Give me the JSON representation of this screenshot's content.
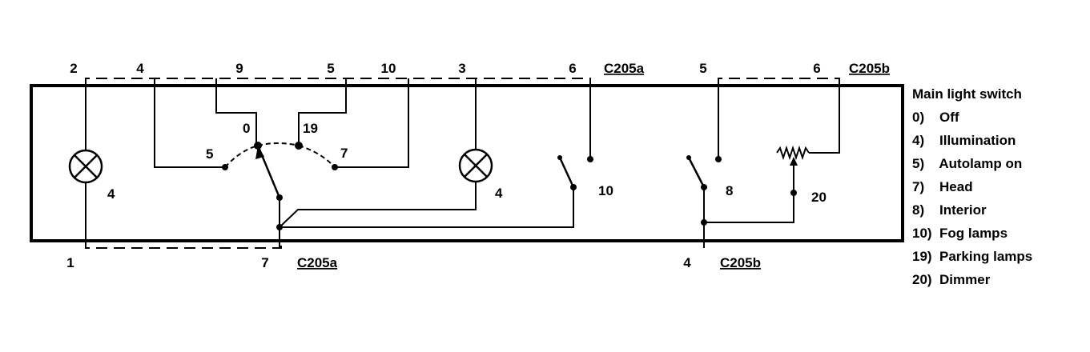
{
  "legend": {
    "title": "Main light switch",
    "items": [
      "0)    Off",
      "4)    Illumination",
      "5)    Autolamp on",
      "7)    Head",
      "8)    Interior",
      "10)  Fog lamps",
      "19)  Parking lamps",
      "20)  Dimmer"
    ]
  },
  "connectors": {
    "top_a": "C205a",
    "top_b": "C205b",
    "bottom_a": "C205a",
    "bottom_b": "C205b"
  },
  "pins_top": [
    "2",
    "4",
    "9",
    "5",
    "10",
    "3",
    "6",
    "5",
    "6"
  ],
  "pins_bottom": [
    "1",
    "7",
    "4"
  ],
  "internal_labels": {
    "lamp_left": "4",
    "lamp_right": "4",
    "switch_off": "0",
    "switch_parking": "19",
    "switch_autolamp": "5",
    "switch_head": "7",
    "switch_fog": "10",
    "switch_interior": "8",
    "dimmer": "20"
  }
}
